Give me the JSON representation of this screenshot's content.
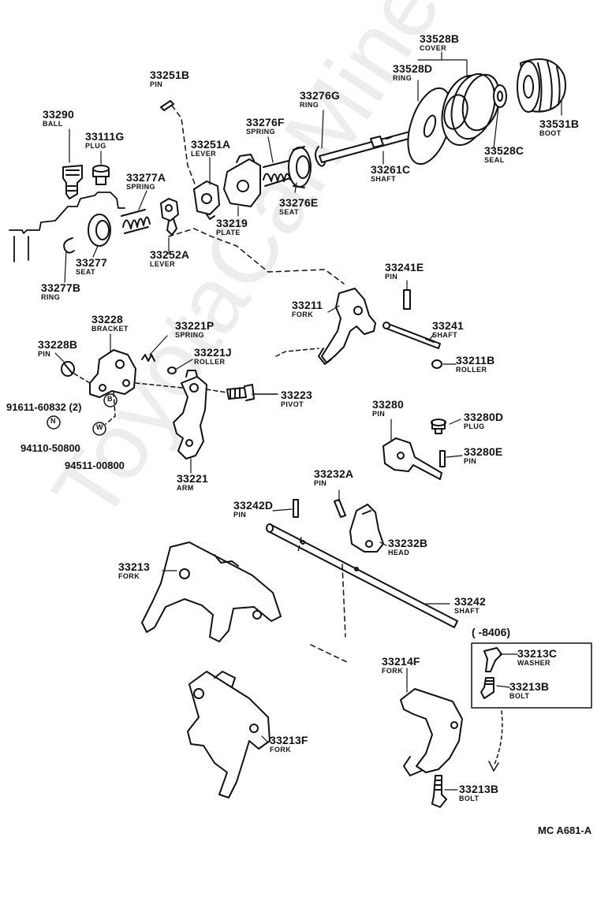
{
  "diagram_code": "MC A681-A",
  "watermark": "ToyotaCarMine.ru",
  "period_note": "(      -8406)",
  "colors": {
    "ink": "#111111",
    "background": "#ffffff",
    "watermark": "#000000"
  },
  "parts": {
    "p33528B": {
      "number": "33528B",
      "name": "COVER"
    },
    "p33528D": {
      "number": "33528D",
      "name": "RING"
    },
    "p33531B": {
      "number": "33531B",
      "name": "BOOT"
    },
    "p33528C": {
      "number": "33528C",
      "name": "SEAL"
    },
    "p33251B": {
      "number": "33251B",
      "name": "PIN"
    },
    "p33276G": {
      "number": "33276G",
      "name": "RING"
    },
    "p33276F": {
      "number": "33276F",
      "name": "SPRING"
    },
    "p33290": {
      "number": "33290",
      "name": "BALL"
    },
    "p33111G": {
      "number": "33111G",
      "name": "PLUG"
    },
    "p33251A": {
      "number": "33251A",
      "name": "LEVER"
    },
    "p33261C": {
      "number": "33261C",
      "name": "SHAFT"
    },
    "p33277A": {
      "number": "33277A",
      "name": "SPRING"
    },
    "p33276E": {
      "number": "33276E",
      "name": "SEAT"
    },
    "p33219": {
      "number": "33219",
      "name": "PLATE"
    },
    "p33277": {
      "number": "33277",
      "name": "SEAT"
    },
    "p33252A": {
      "number": "33252A",
      "name": "LEVER"
    },
    "p33277B": {
      "number": "33277B",
      "name": "RING"
    },
    "p33241E": {
      "number": "33241E",
      "name": "PIN"
    },
    "p33211": {
      "number": "33211",
      "name": "FORK"
    },
    "p33228": {
      "number": "33228",
      "name": "BRACKET"
    },
    "p33221P": {
      "number": "33221P",
      "name": "SPRING"
    },
    "p33241": {
      "number": "33241",
      "name": "SHAFT"
    },
    "p33228B": {
      "number": "33228B",
      "name": "PIN"
    },
    "p33221J": {
      "number": "33221J",
      "name": "ROLLER"
    },
    "p33211B": {
      "number": "33211B",
      "name": "ROLLER"
    },
    "p33223": {
      "number": "33223",
      "name": "PIVOT"
    },
    "p33280": {
      "number": "33280",
      "name": "PIN"
    },
    "p33280D": {
      "number": "33280D",
      "name": "PLUG"
    },
    "p33280E": {
      "number": "33280E",
      "name": "PIN"
    },
    "p33221": {
      "number": "33221",
      "name": "ARM"
    },
    "p33232A": {
      "number": "33232A",
      "name": "PIN"
    },
    "p33242D": {
      "number": "33242D",
      "name": "PIN"
    },
    "p33232B": {
      "number": "33232B",
      "name": "HEAD"
    },
    "p33213": {
      "number": "33213",
      "name": "FORK"
    },
    "p33242": {
      "number": "33242",
      "name": "SHAFT"
    },
    "p33213C": {
      "number": "33213C",
      "name": "WASHER"
    },
    "p33214F": {
      "number": "33214F",
      "name": "FORK"
    },
    "p33213B_upper": {
      "number": "33213B",
      "name": "BOLT"
    },
    "p33213F": {
      "number": "33213F",
      "name": "FORK"
    },
    "p33213B_lower": {
      "number": "33213B",
      "name": "BOLT"
    }
  },
  "refs": {
    "bolt_91611": "91611-60832  (2)",
    "nut_94110": "94110-50800",
    "washer_94511": "94511-00800",
    "marker_b": "B",
    "marker_n": "N",
    "marker_w": "W"
  }
}
